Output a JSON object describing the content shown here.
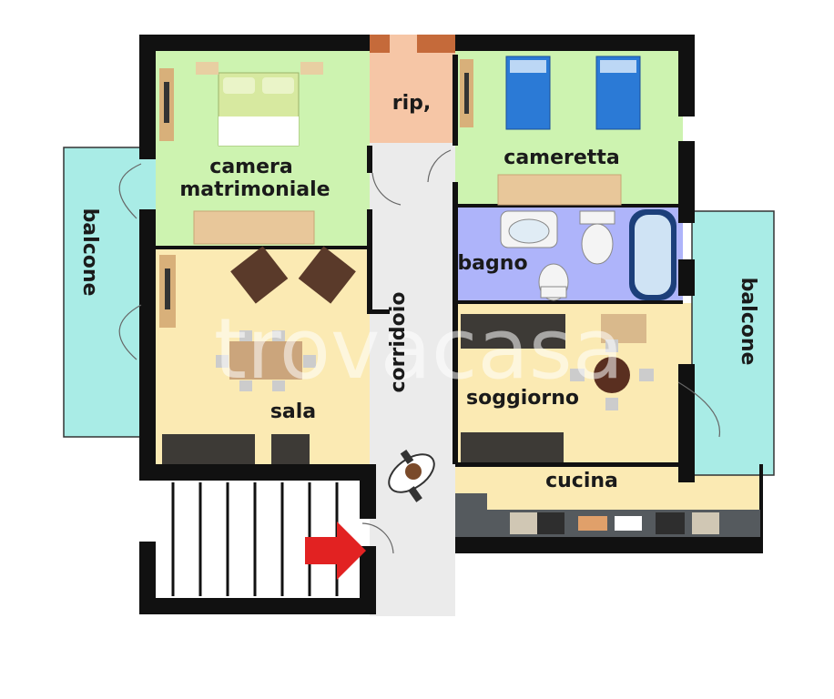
{
  "rooms": {
    "camera": {
      "line1": "camera",
      "line2": "matrimoniale"
    },
    "ripostiglio": "rip,",
    "cameretta": "cameretta",
    "bagno": "bagno",
    "sala": "sala",
    "corridoio": "corridoio",
    "soggiorno": "soggiorno",
    "cucina": "cucina",
    "balcone_left": "balcone",
    "balcone_right": "balcone"
  },
  "watermark": "trovacasa",
  "colors": {
    "wall": "#111111",
    "camera": "#cdf3b0",
    "cameretta": "#cdf3b0",
    "ripostiglio": "#f6c6a6",
    "bagno": "#aeb4fa",
    "sala": "#fbeab3",
    "soggiorno": "#fbeab3",
    "cucina": "#fbeab3",
    "corridoio": "#ebebeb",
    "balcone": "#a9ece6",
    "entrance_arrow": "#e22222"
  },
  "icons": [
    "double-bed-icon",
    "single-bed-icon",
    "sofa-icon",
    "armchair-icon",
    "tv-icon",
    "dining-table-icon",
    "round-table-icon",
    "sink-icon",
    "toilet-icon",
    "bidet-icon",
    "bathtub-icon",
    "kitchen-counter-icon",
    "person-icon",
    "entrance-arrow-icon",
    "stairs-icon"
  ]
}
